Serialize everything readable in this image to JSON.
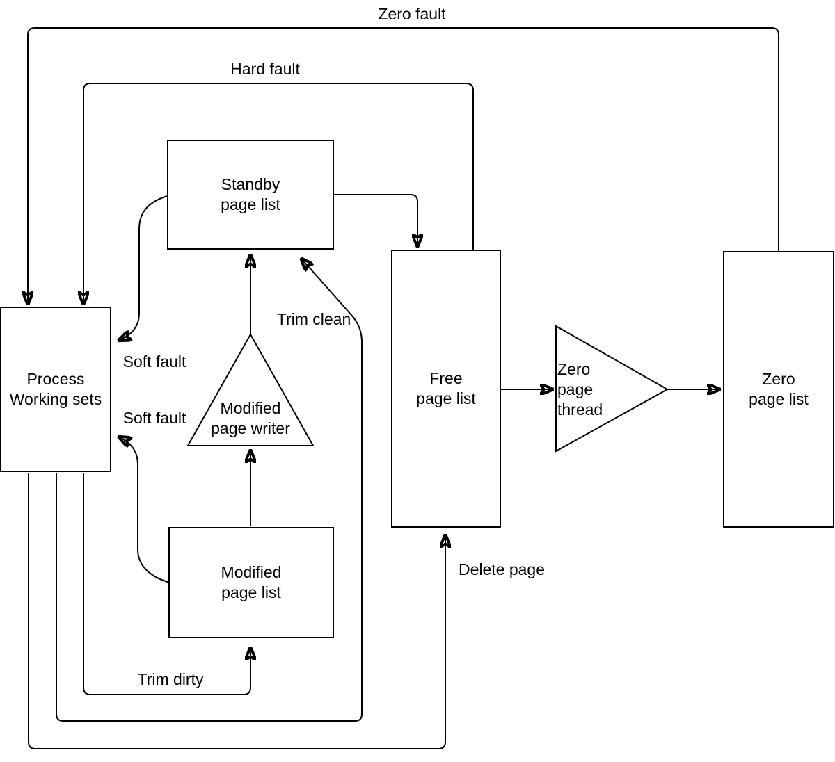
{
  "diagram": {
    "background_color": "#ffffff",
    "line_color": "#000000",
    "text_color": "#000000",
    "nodes": [
      {
        "id": "process-working-sets",
        "shape": "rectangle",
        "lines": [
          "Process",
          "Working sets"
        ]
      },
      {
        "id": "standby-page-list",
        "shape": "rectangle",
        "lines": [
          "Standby",
          "page list"
        ]
      },
      {
        "id": "modified-page-writer",
        "shape": "triangle-up",
        "lines": [
          "Modified",
          "page writer"
        ]
      },
      {
        "id": "modified-page-list",
        "shape": "rectangle",
        "lines": [
          "Modified",
          "page list"
        ]
      },
      {
        "id": "free-page-list",
        "shape": "rectangle",
        "lines": [
          "Free",
          "page list"
        ]
      },
      {
        "id": "zero-page-thread",
        "shape": "triangle-right",
        "lines": [
          "Zero",
          "page",
          "thread"
        ]
      },
      {
        "id": "zero-page-list",
        "shape": "rectangle",
        "lines": [
          "Zero",
          "page list"
        ]
      }
    ],
    "edges": [
      {
        "id": "zero-fault",
        "label": "Zero fault",
        "from": "zero-page-list",
        "to": "process-working-sets"
      },
      {
        "id": "hard-fault",
        "label": "Hard fault",
        "from": "free-page-list",
        "to": "process-working-sets"
      },
      {
        "id": "standby-to-free",
        "label": "",
        "from": "standby-page-list",
        "to": "free-page-list"
      },
      {
        "id": "soft-fault-standby",
        "label": "Soft fault",
        "from": "standby-page-list",
        "to": "process-working-sets"
      },
      {
        "id": "soft-fault-modified",
        "label": "Soft fault",
        "from": "modified-page-list",
        "to": "process-working-sets"
      },
      {
        "id": "writer-to-standby",
        "label": "",
        "from": "modified-page-writer",
        "to": "standby-page-list"
      },
      {
        "id": "modified-to-writer",
        "label": "",
        "from": "modified-page-list",
        "to": "modified-page-writer"
      },
      {
        "id": "trim-clean",
        "label": "Trim clean",
        "from": "process-working-sets",
        "to": "standby-page-list"
      },
      {
        "id": "trim-dirty",
        "label": "Trim dirty",
        "from": "process-working-sets",
        "to": "modified-page-list"
      },
      {
        "id": "delete-page",
        "label": "Delete page",
        "from": "process-working-sets",
        "to": "free-page-list"
      },
      {
        "id": "free-to-thread",
        "label": "",
        "from": "free-page-list",
        "to": "zero-page-thread"
      },
      {
        "id": "thread-to-zero",
        "label": "",
        "from": "zero-page-thread",
        "to": "zero-page-list"
      }
    ]
  }
}
